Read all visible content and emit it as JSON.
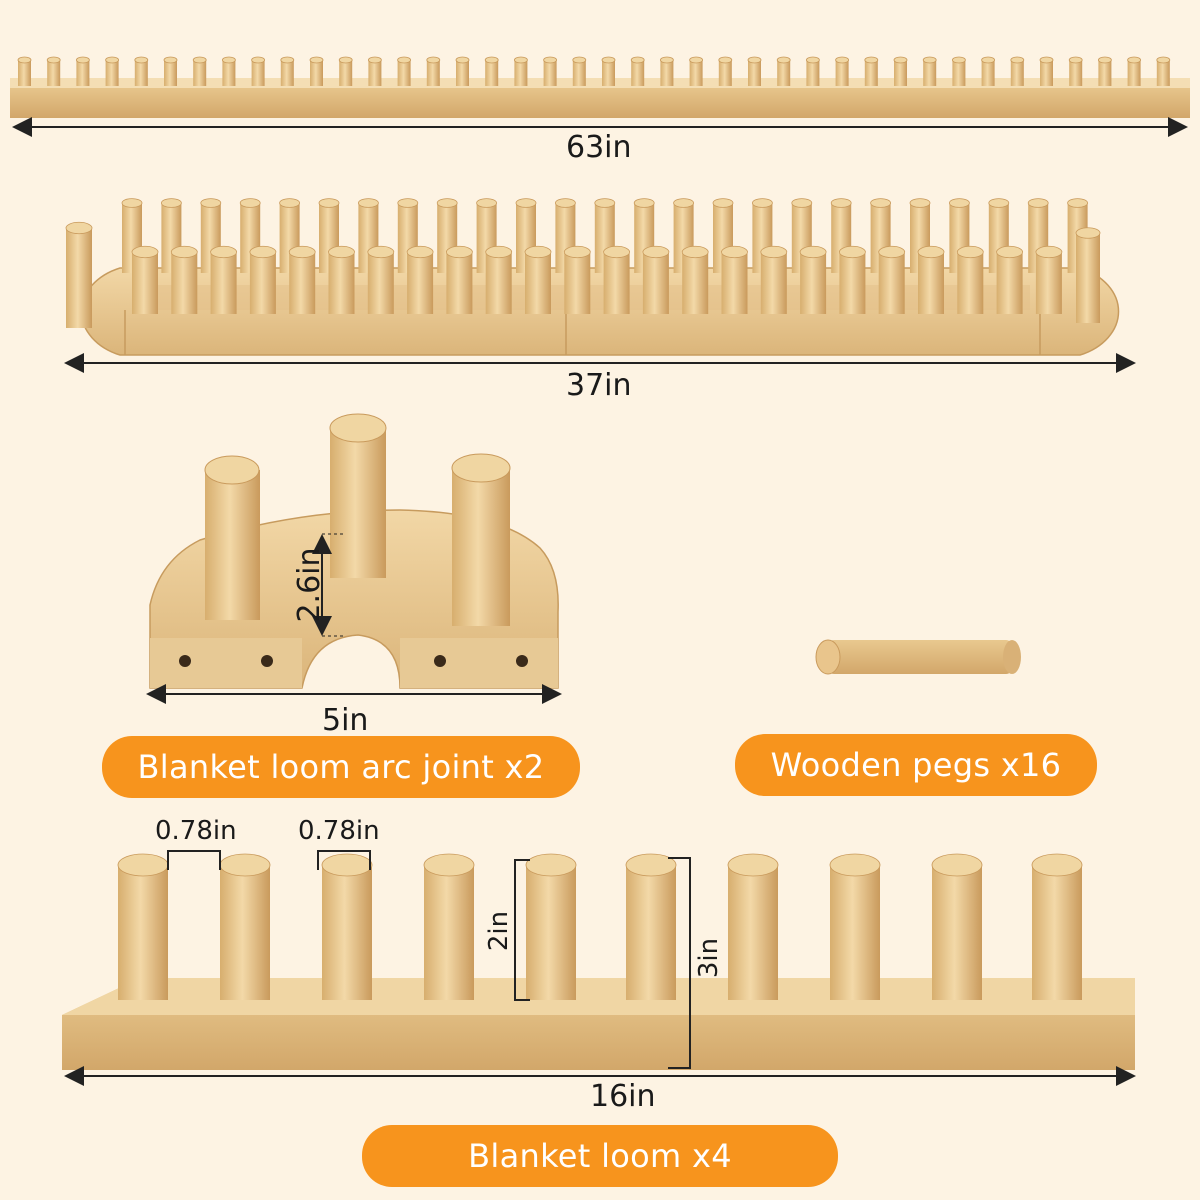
{
  "dimensions": {
    "long_loom_length": "63in",
    "assembled_loom_length": "37in",
    "arc_height": "2.6in",
    "arc_width": "5in",
    "peg_spacing_1": "0.78in",
    "peg_spacing_2": "0.78in",
    "peg_height": "2in",
    "total_height": "3in",
    "blanket_loom_length": "16in"
  },
  "labels": {
    "arc_joint": "Blanket loom arc joint x2",
    "wooden_pegs": "Wooden pegs x16",
    "blanket_loom": "Blanket loom x4"
  },
  "colors": {
    "background": "#fdf3e3",
    "pill": "#f7941d",
    "wood_light": "#f0d3a0",
    "wood_mid": "#dcb578",
    "wood_dark": "#c89a5c"
  }
}
